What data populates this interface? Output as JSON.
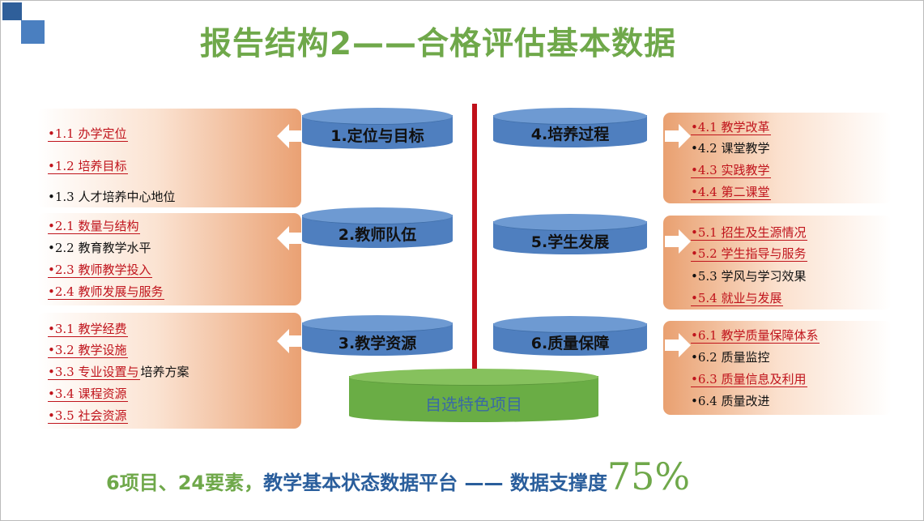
{
  "title": "报告结构2——合格评估基本数据",
  "colors": {
    "title_green": "#6fa84a",
    "cylinder_blue": "#4f7fbf",
    "red_line": "#c0101a",
    "panel_orange": "#e9a070",
    "link_red": "#c0141c"
  },
  "cylinders": [
    {
      "label": "1.定位与目标"
    },
    {
      "label": "2.教师队伍"
    },
    {
      "label": "3.教学资源"
    },
    {
      "label": "4.培养过程"
    },
    {
      "label": "5.学生发展"
    },
    {
      "label": "6.质量保障"
    }
  ],
  "center": {
    "label": "自选特色项目"
  },
  "groups": [
    {
      "items": [
        {
          "label": "•1.1  办学定位",
          "red": true
        },
        {
          "label": "•1.2  培养目标",
          "red": true
        },
        {
          "label": "•1.3  人才培养中心地位",
          "red": false
        }
      ]
    },
    {
      "items": [
        {
          "label": "•2.1  数量与结构",
          "red": true
        },
        {
          "label": "•2.2  教育教学水平",
          "red": false
        },
        {
          "label": "•2.3  教师教学投入",
          "red": true
        },
        {
          "label": "•2.4  教师发展与服务",
          "red": true
        }
      ]
    },
    {
      "items": [
        {
          "label": "•3.1  教学经费",
          "red": true
        },
        {
          "label": "•3.2  教学设施",
          "red": true
        },
        {
          "label": "•3.3  专业设置与",
          "red": true,
          "suffix": "培养方案"
        },
        {
          "label": "•3.4  课程资源",
          "red": true
        },
        {
          "label": "•3.5  社会资源",
          "red": true
        }
      ]
    },
    {
      "items": [
        {
          "label": "•4.1  教学改革",
          "red": true
        },
        {
          "label": "•4.2  课堂教学",
          "red": false
        },
        {
          "label": "•4.3  实践教学",
          "red": true
        },
        {
          "label": "•4.4  第二课堂",
          "red": true
        }
      ]
    },
    {
      "items": [
        {
          "label": "•5.1  招生及生源情况",
          "red": true
        },
        {
          "label": "•5.2  学生指导与服务",
          "red": true
        },
        {
          "label": "•5.3  学风与学习效果",
          "red": false
        },
        {
          "label": "•5.4  就业与发展",
          "red": true
        }
      ]
    },
    {
      "items": [
        {
          "label": "•6.1  教学质量保障体系",
          "red": true
        },
        {
          "label": "•6.2  质量监控",
          "red": false
        },
        {
          "label": "•6.3  质量信息及利用",
          "red": true
        },
        {
          "label": "•6.4  质量改进",
          "red": false
        }
      ]
    }
  ],
  "footer": {
    "part1": "6项目、24要素，",
    "part2": "教学基本状态数据平台 —— 数据支撑度",
    "percent": "75%"
  }
}
